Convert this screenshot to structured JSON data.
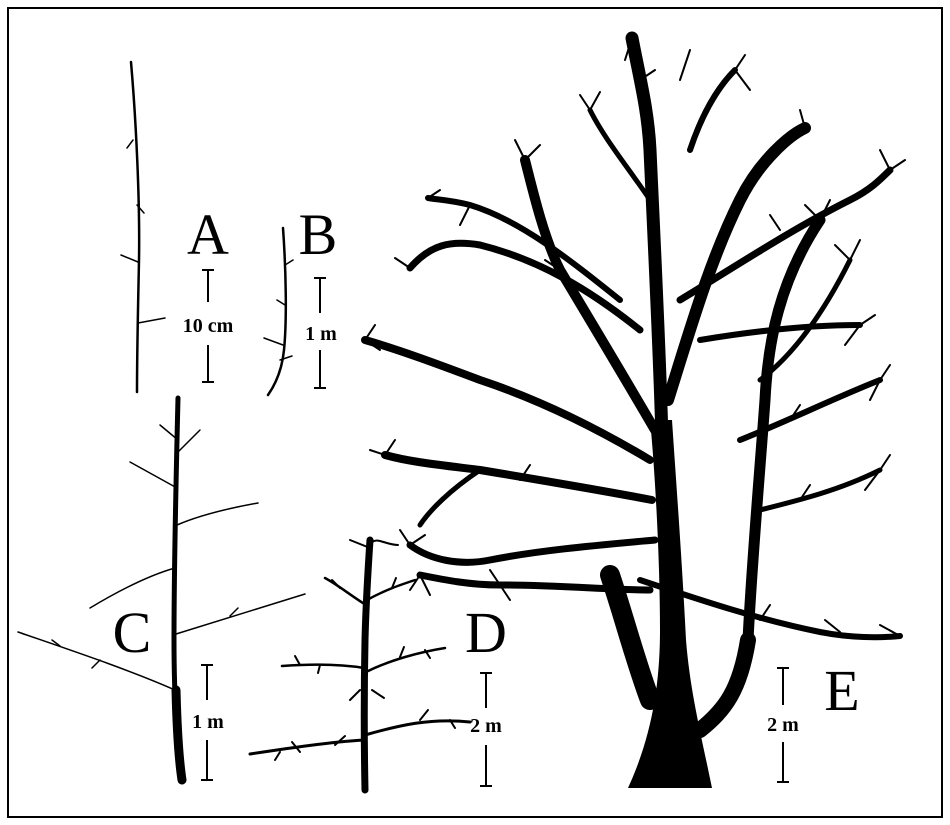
{
  "panels": [
    {
      "id": "A",
      "letter": "A",
      "scale": "10 cm"
    },
    {
      "id": "B",
      "letter": "B",
      "scale": "1 m"
    },
    {
      "id": "C",
      "letter": "C",
      "scale": "1 m"
    },
    {
      "id": "D",
      "letter": "D",
      "scale": "2 m"
    },
    {
      "id": "E",
      "letter": "E",
      "scale": "2 m"
    }
  ],
  "colors": {
    "ink": "#000000",
    "background": "#ffffff"
  }
}
